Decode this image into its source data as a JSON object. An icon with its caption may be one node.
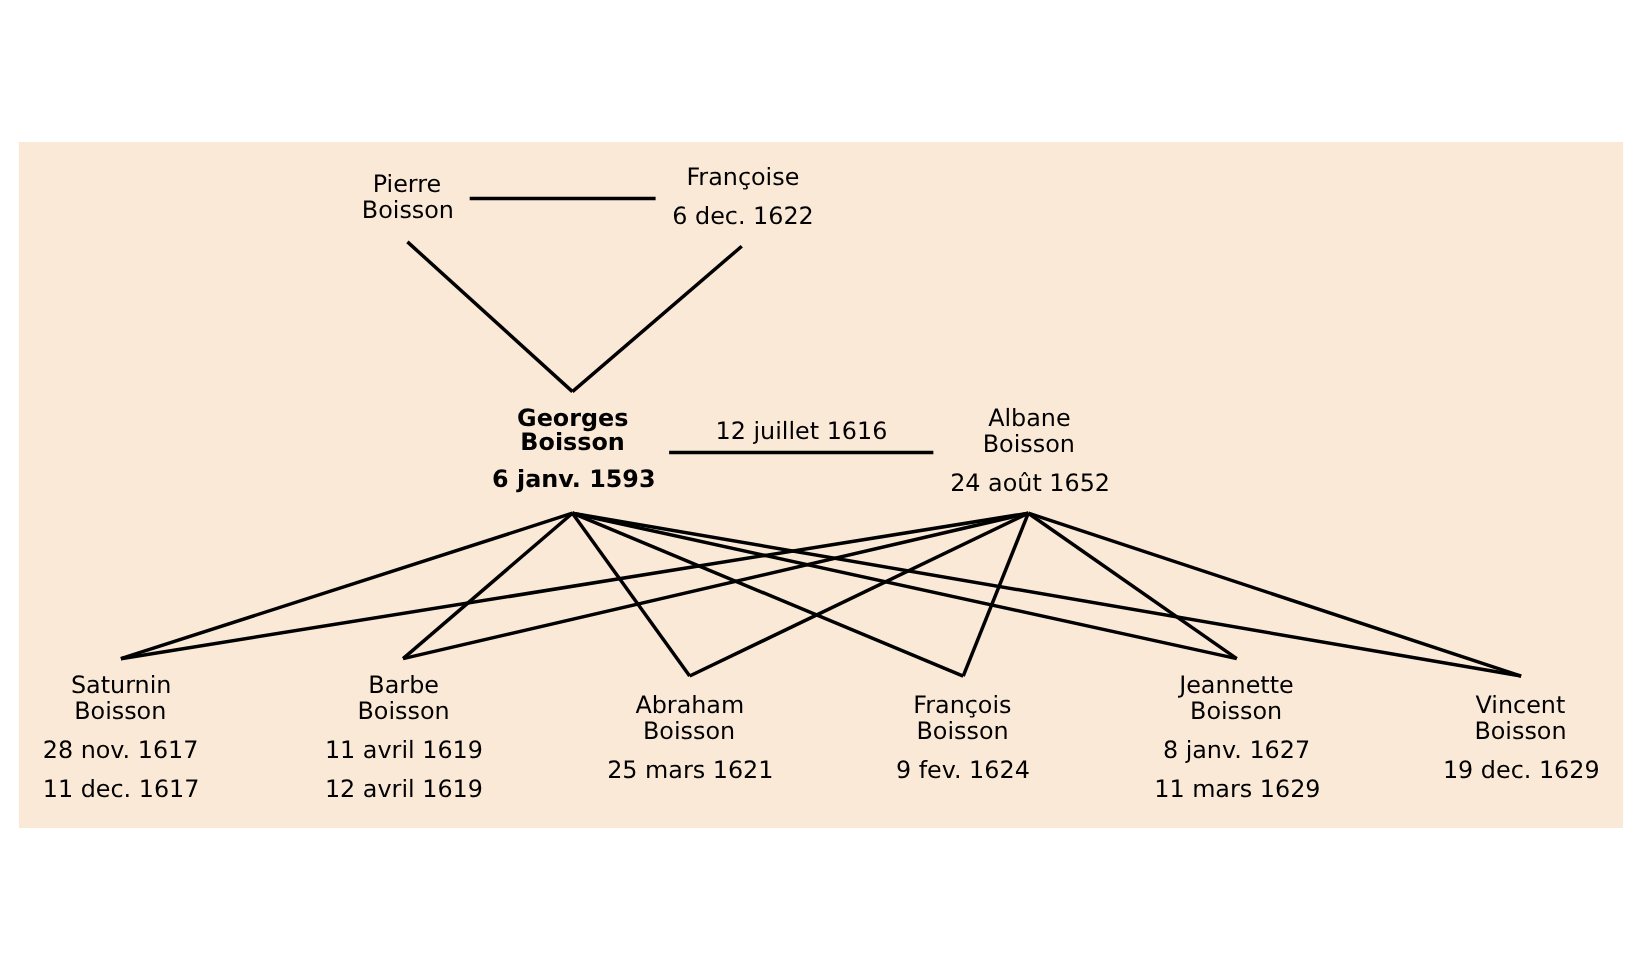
{
  "diagram": {
    "nodes": [
      {
        "text": [
          "Pierre Boisson"
        ]
      },
      {
        "text": [
          "Françoise",
          "6 dec. 1622"
        ]
      },
      {
        "text": [
          "Georges Boisson",
          "6 janv. 1593"
        ]
      },
      {
        "text": [
          "Albane Boisson",
          "24 août 1652"
        ]
      },
      {
        "text": [
          "Saturnin Boisson",
          "28 nov. 1617",
          "11 dec. 1617"
        ]
      },
      {
        "text": [
          "Barbe Boisson",
          "11 avril 1619",
          "12 avril 1619"
        ]
      },
      {
        "text": [
          "Abraham Boisson",
          "25 mars 1621"
        ]
      },
      {
        "text": [
          "François Boisson",
          "9 fev. 1624"
        ]
      },
      {
        "text": [
          "Jeannette Boisson",
          "8 janv. 1627",
          "11 mars 1629"
        ]
      },
      {
        "text": [
          "Vincent Boisson",
          "19 dec. 1629"
        ]
      }
    ],
    "edges": [
      {
        "from": 0,
        "to": 1,
        "arrow": "none"
      },
      {
        "from": 0,
        "to": 2,
        "arrow": "none"
      },
      {
        "from": 1,
        "to": 2,
        "arrow": "none"
      },
      {
        "from": 2,
        "to": 3,
        "arrow": "none",
        "label": "12 juillet 1616"
      },
      {
        "from": 2,
        "to": 4,
        "arrow": "none"
      },
      {
        "from": 3,
        "to": 4,
        "arrow": "none"
      },
      {
        "from": 2,
        "to": 5,
        "arrow": "none"
      },
      {
        "from": 3,
        "to": 5,
        "arrow": "none"
      },
      {
        "from": 2,
        "to": 6,
        "arrow": "none"
      },
      {
        "from": 3,
        "to": 6,
        "arrow": "none"
      },
      {
        "from": 2,
        "to": 7,
        "arrow": "none"
      },
      {
        "from": 3,
        "to": 7,
        "arrow": "none"
      },
      {
        "from": 2,
        "to": 8,
        "arrow": "none"
      },
      {
        "from": 3,
        "to": 8,
        "arrow": "none"
      },
      {
        "from": 2,
        "to": 9,
        "arrow": "none"
      },
      {
        "from": 3,
        "to": 9,
        "arrow": "none"
      }
    ]
  }
}
